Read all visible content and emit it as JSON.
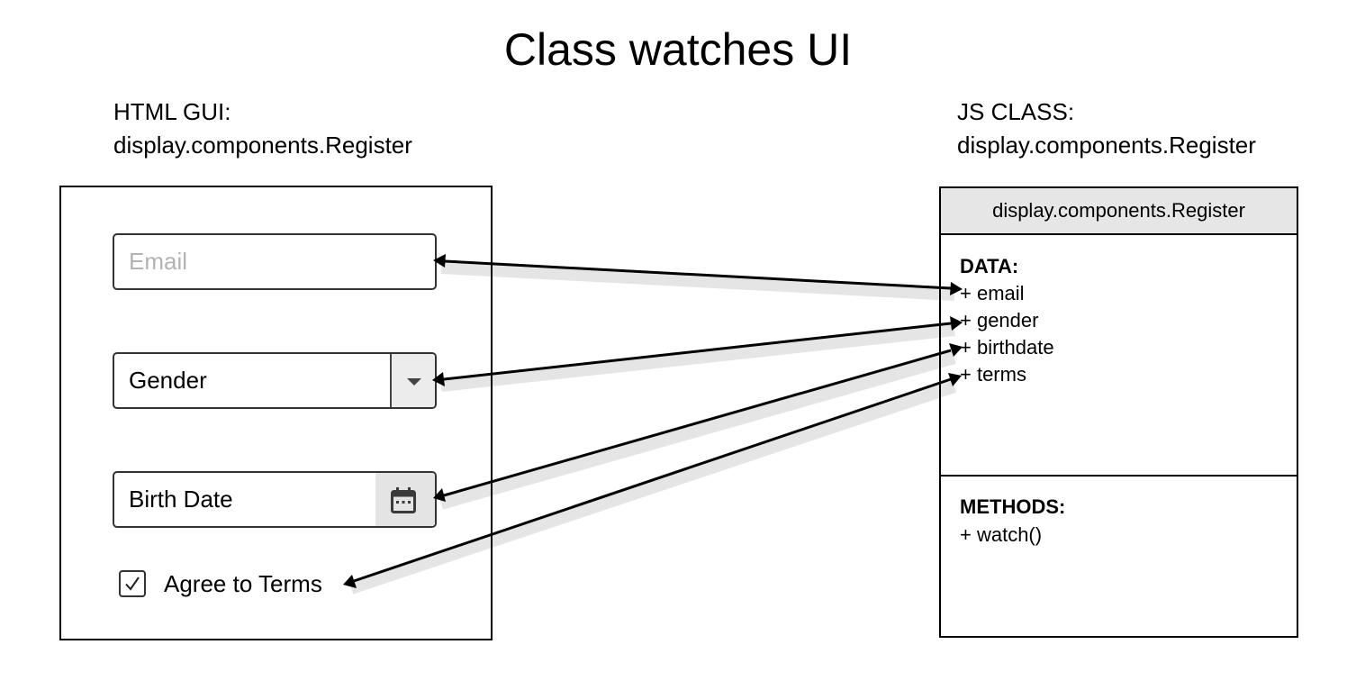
{
  "title": "Class watches UI",
  "gui": {
    "caption_line1": "HTML GUI:",
    "caption_line2": "display.components.Register",
    "email_placeholder": "Email",
    "gender_label": "Gender",
    "birthdate_label": "Birth Date",
    "terms_label": "Agree to Terms",
    "terms_checked": true
  },
  "js_class": {
    "caption_line1": "JS CLASS:",
    "caption_line2": "display.components.Register",
    "name": "display.components.Register",
    "data_title": "DATA:",
    "data_members": [
      "+ email",
      "+ gender",
      "+ birthdate",
      "+ terms"
    ],
    "methods_title": "METHODS:",
    "methods": [
      "+ watch()"
    ]
  },
  "icons": {
    "gender_dropdown": "caret-down-icon",
    "birthdate_picker": "calendar-icon",
    "terms": "checkmark-icon"
  },
  "links": [
    {
      "from": "email-field",
      "to": "+ email"
    },
    {
      "from": "gender-select",
      "to": "+ gender"
    },
    {
      "from": "birthdate-field",
      "to": "+ birthdate"
    },
    {
      "from": "terms-label",
      "to": "+ terms"
    }
  ],
  "colors": {
    "class_header_bg": "#e6e6e6",
    "placeholder_text": "#b3b3b3",
    "addon_bg": "#ececec"
  }
}
